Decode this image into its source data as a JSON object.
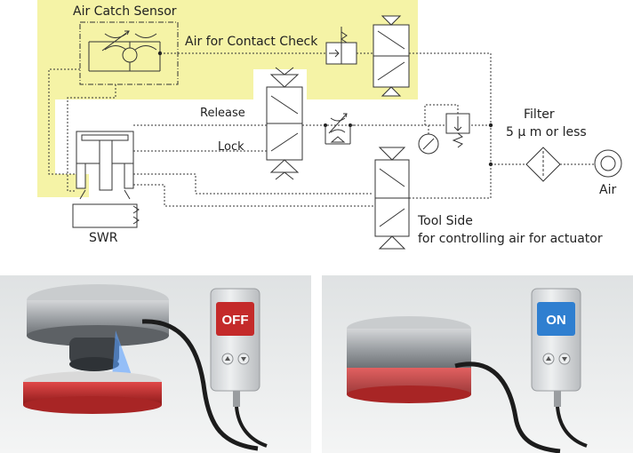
{
  "labels": {
    "air_catch_sensor": "Air Catch Sensor",
    "air_for_contact_check": "Air for Contact Check",
    "release": "Release",
    "lock": "Lock",
    "filter": "Filter",
    "filter_rating": "5 μ m or less",
    "air": "Air",
    "swr": "SWR",
    "tool_side_1": "Tool Side",
    "tool_side_2": "for controlling air for actuator"
  },
  "photos": {
    "left_status": "OFF",
    "right_status": "ON"
  },
  "colors": {
    "highlight": "#f5f3a6",
    "off": "#c42a2a",
    "on": "#2f7fd0",
    "tool_plate": "#cc3030",
    "sensor_body": "#d9dcde"
  }
}
